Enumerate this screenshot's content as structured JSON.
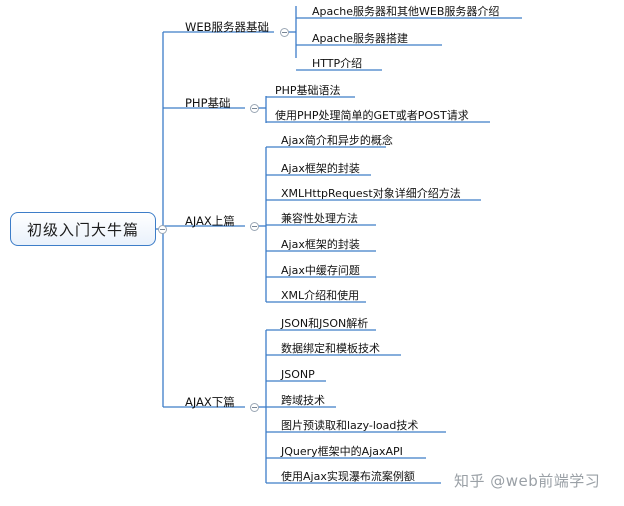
{
  "root": {
    "label": "初级入门大牛篇"
  },
  "branches": [
    {
      "label": "WEB服务器基础",
      "leaves": [
        "Apache服务器和其他WEB服务器介绍",
        "Apache服务器搭建",
        "HTTP介绍"
      ]
    },
    {
      "label": "PHP基础",
      "leaves": [
        "PHP基础语法",
        "使用PHP处理简单的GET或者POST请求"
      ]
    },
    {
      "label": "AJAX上篇",
      "leaves": [
        "Ajax简介和异步的概念",
        "Ajax框架的封装",
        "XMLHttpRequest对象详细介绍方法",
        "兼容性处理方法",
        "Ajax框架的封装",
        "Ajax中缓存问题",
        "XML介绍和使用"
      ]
    },
    {
      "label": "AJAX下篇",
      "leaves": [
        "JSON和JSON解析",
        "数据绑定和模板技术",
        "JSONP",
        "跨域技术",
        "图片预读取和lazy-load技术",
        "JQuery框架中的AjaxAPI",
        "使用Ajax实现瀑布流案例额"
      ]
    }
  ],
  "watermark": "知乎 @web前端学习",
  "colors": {
    "line": "#3d7dc8",
    "root_border": "#3d7dc8",
    "collapse_border": "#9aa6b4"
  }
}
